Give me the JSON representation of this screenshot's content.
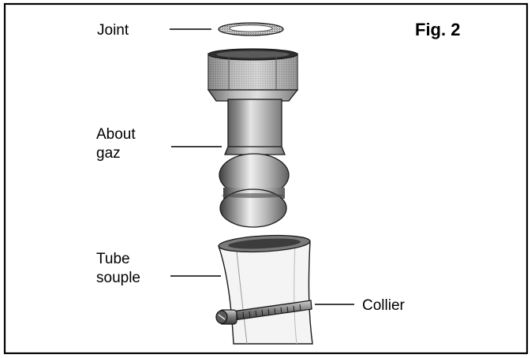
{
  "figure": {
    "title": "Fig. 2",
    "labels": {
      "joint": "Joint",
      "about_line1": "About",
      "about_line2": "gaz",
      "tube_line1": "Tube",
      "tube_line2": "souple",
      "collier": "Collier"
    }
  },
  "colors": {
    "frame": "#000000",
    "part_light": "#d9d9d9",
    "part_mid": "#a8a8a8",
    "part_dark": "#4a4a4a",
    "tube_fill": "#f4f4f4"
  }
}
